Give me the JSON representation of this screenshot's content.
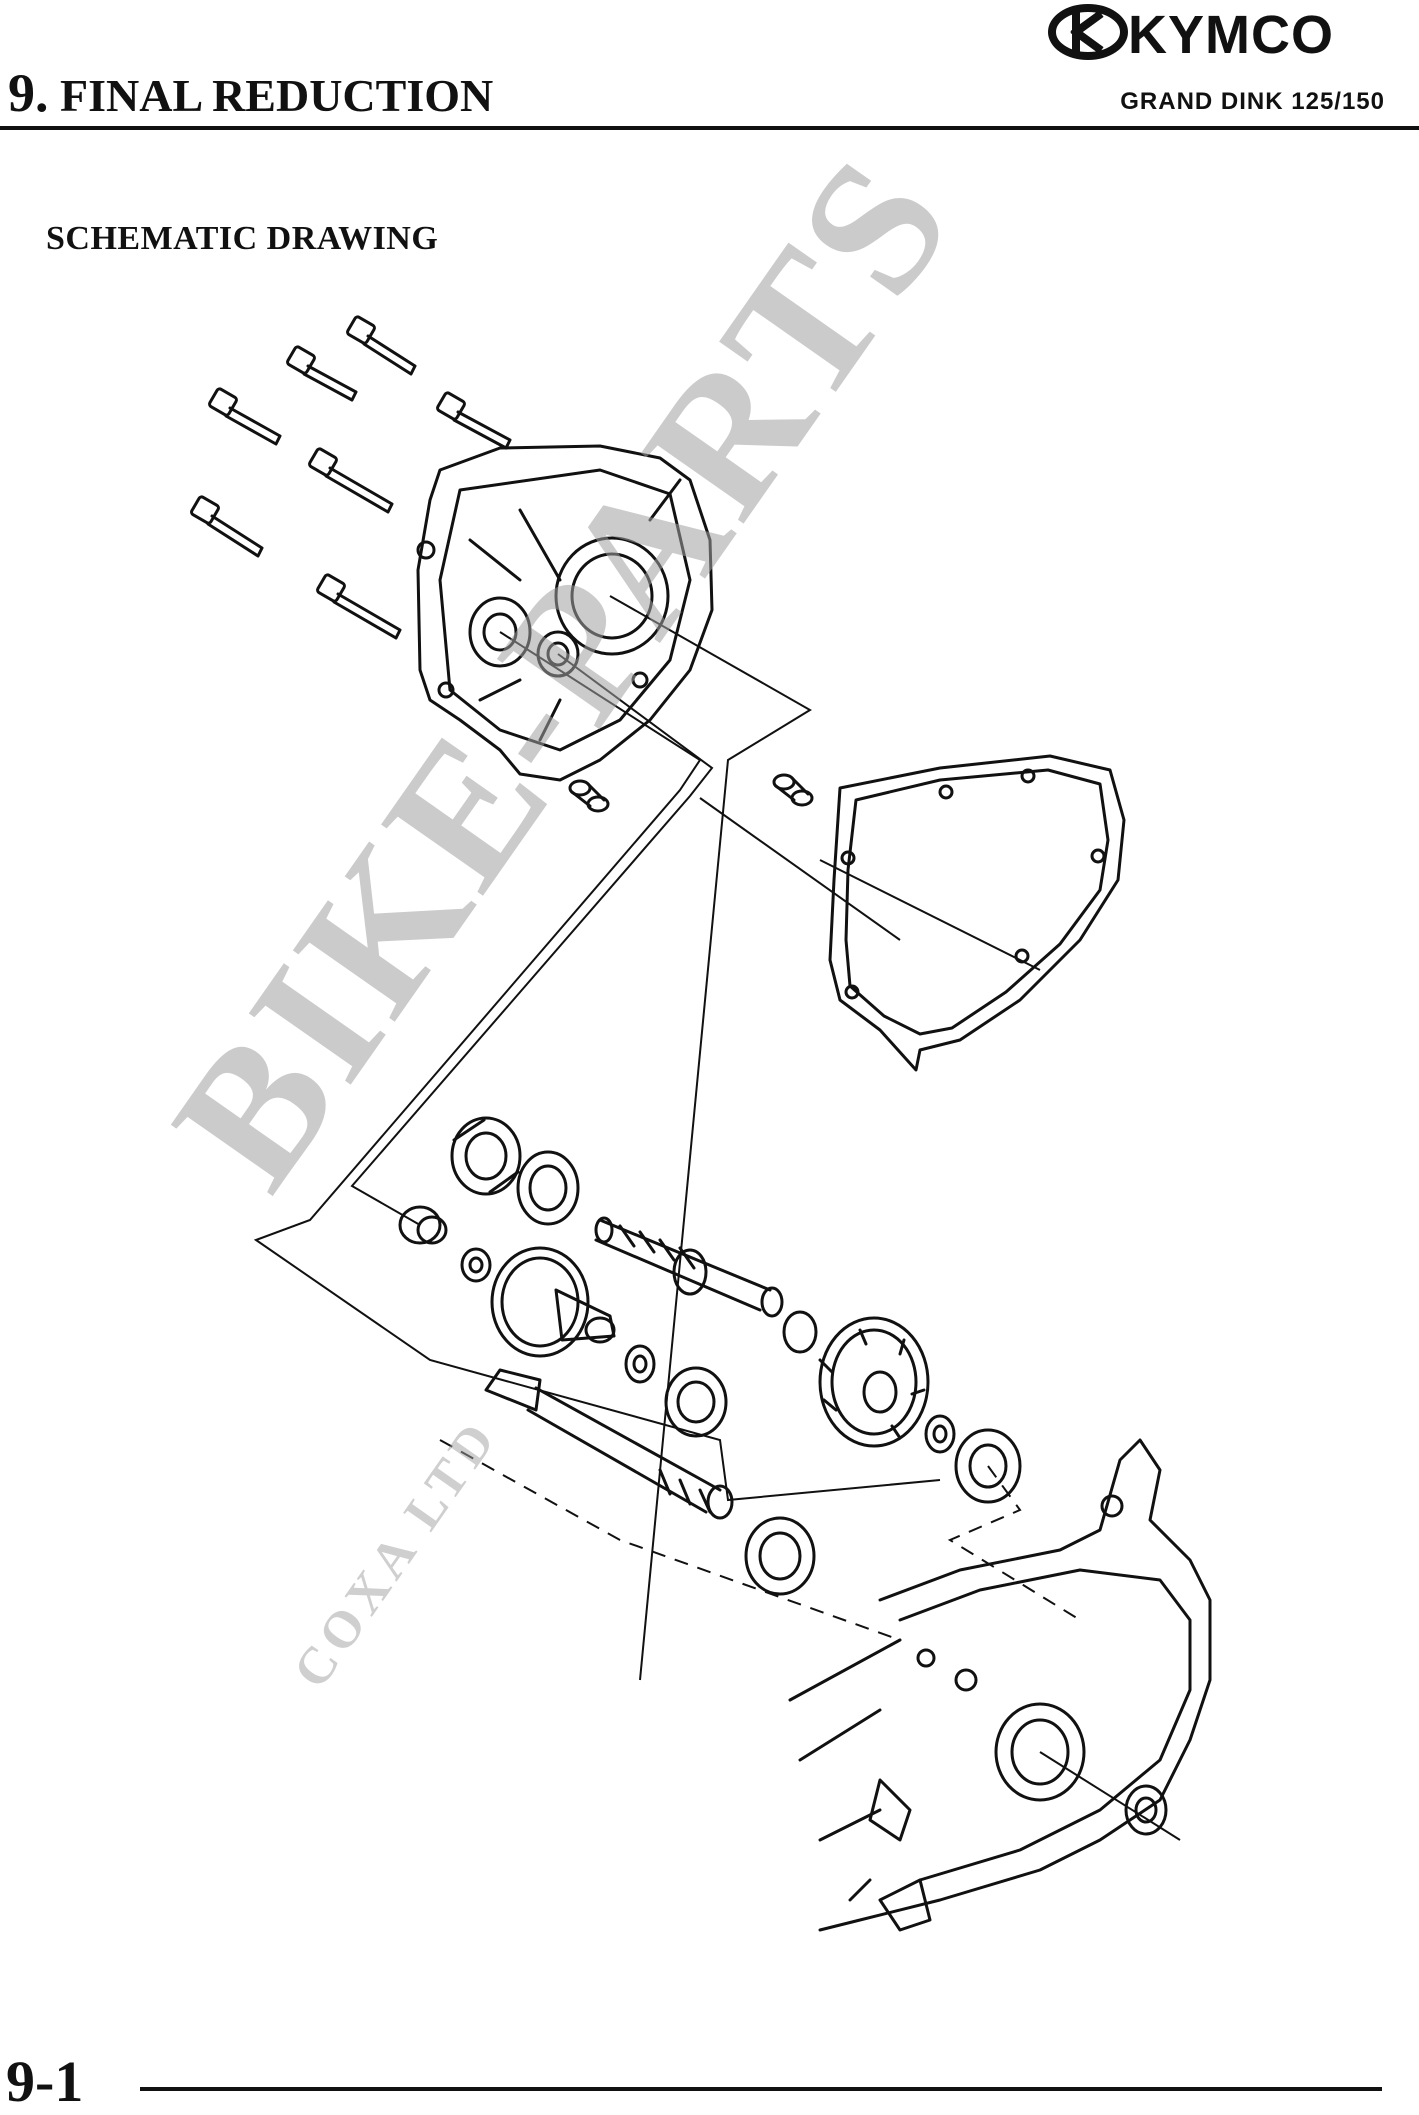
{
  "header": {
    "brand": "KYMCO",
    "chapter_number": "9.",
    "chapter_title": "FINAL REDUCTION",
    "model": "GRAND DINK 125/150"
  },
  "section": {
    "title": "SCHEMATIC DRAWING"
  },
  "watermark": {
    "main": "BIKE-PARTS",
    "sub": "COXA LTD"
  },
  "footer": {
    "page_number": "9-1"
  },
  "icons": {
    "logo": "kymco-logo-icon"
  }
}
